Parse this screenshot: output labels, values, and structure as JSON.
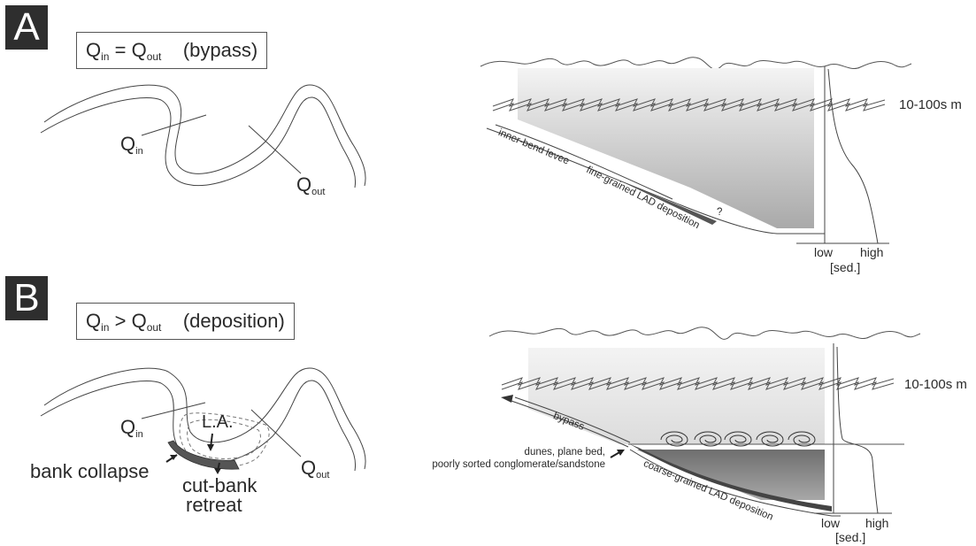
{
  "panel_a": {
    "letter": "A",
    "equation": {
      "q": "Q",
      "in": "in",
      "op": "=",
      "out": "out",
      "note": "(bypass)"
    },
    "q_in": {
      "q": "Q",
      "sub": "in"
    },
    "q_out": {
      "q": "Q",
      "sub": "out"
    },
    "scale_label": "10-100s m",
    "slope_labels": {
      "levee": "inner-bend levee",
      "deposition": "fine-grained LAD deposition",
      "query": "?"
    },
    "axis": {
      "low": "low",
      "high": "high",
      "unit": "[sed.]"
    }
  },
  "panel_b": {
    "letter": "B",
    "equation": {
      "q": "Q",
      "in": "in",
      "op": ">",
      "out": "out",
      "note": "(deposition)"
    },
    "q_in": {
      "q": "Q",
      "sub": "in"
    },
    "q_out": {
      "q": "Q",
      "sub": "out"
    },
    "la": "L.A.",
    "bank_collapse": "bank collapse",
    "cut_bank_line1": "cut-bank",
    "cut_bank_line2": "retreat",
    "scale_label": "10-100s m",
    "bypass": "bypass",
    "dunes_line1": "dunes, plane bed,",
    "dunes_line2": "poorly sorted conglomerate/sandstone",
    "deposition": "coarse-grained LAD deposition",
    "axis": {
      "low": "low",
      "high": "high",
      "unit": "[sed.]"
    }
  },
  "colors": {
    "ink": "#2a2a2a",
    "badge": "#2e2e2e",
    "fill_light": "#e9e9e9",
    "fill_dark": "#8a8a8a",
    "wedge": "#555555"
  }
}
